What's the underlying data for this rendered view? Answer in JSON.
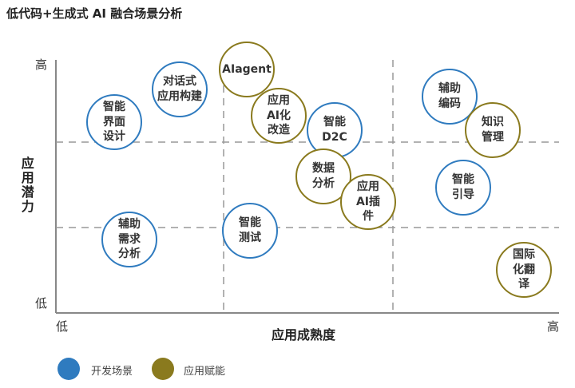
{
  "title": "低代码+生成式 AI 融合场景分析",
  "axes": {
    "y_title": "应用潜力",
    "y_high": "高",
    "y_low": "低",
    "x_title": "应用成熟度",
    "x_low": "低",
    "x_high": "高"
  },
  "nodes": [
    {
      "id": "dialog-app-build",
      "label": "对话式\n应用构建",
      "group": "dev"
    },
    {
      "id": "smart-ui-design",
      "label": "智能\n界面\n设计",
      "group": "dev"
    },
    {
      "id": "aiagent",
      "label": "AIagent",
      "group": "app"
    },
    {
      "id": "app-ai-transform",
      "label": "应用\nAI化\n改造",
      "group": "app"
    },
    {
      "id": "smart-d2c",
      "label": "智能\nD2C",
      "group": "dev"
    },
    {
      "id": "data-analysis",
      "label": "数据\n分析",
      "group": "app"
    },
    {
      "id": "app-ai-plugin",
      "label": "应用\nAI插\n件",
      "group": "app"
    },
    {
      "id": "assisted-coding",
      "label": "辅助\n编码",
      "group": "dev"
    },
    {
      "id": "knowledge-mgmt",
      "label": "知识\n管理",
      "group": "app"
    },
    {
      "id": "smart-guide",
      "label": "智能\n引导",
      "group": "dev"
    },
    {
      "id": "assisted-req-analysis",
      "label": "辅助\n需求\n分析",
      "group": "dev"
    },
    {
      "id": "smart-testing",
      "label": "智能\n测试",
      "group": "dev"
    },
    {
      "id": "i18n-translation",
      "label": "国际\n化翻\n译",
      "group": "app"
    }
  ],
  "legend": {
    "dev_label": "开发场景",
    "app_label": "应用赋能"
  },
  "colors": {
    "dev": "#2f7bbf",
    "app": "#8a7a1e",
    "axis": "#888888",
    "grid": "#999999"
  }
}
